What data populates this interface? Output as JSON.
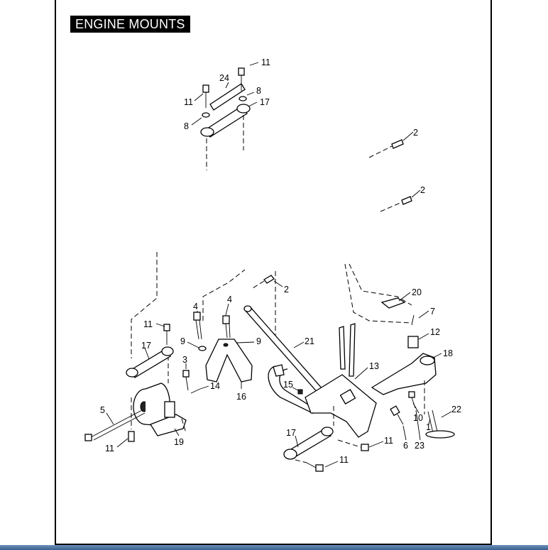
{
  "title": "ENGINE MOUNTS",
  "callouts": {
    "c11a": "11",
    "c24": "24",
    "c11b": "11",
    "c8a": "8",
    "c17a": "17",
    "c8b": "8",
    "c2a": "2",
    "c2b": "2",
    "c2c": "2",
    "c20": "20",
    "c7": "7",
    "c12": "12",
    "c18": "18",
    "c4a": "4",
    "c4b": "4",
    "c11c": "11",
    "c9a": "9",
    "c9b": "9",
    "c17b": "17",
    "c21": "21",
    "c3": "3",
    "c14": "14",
    "c16": "16",
    "c13": "13",
    "c15": "15",
    "c5": "5",
    "c11d": "11",
    "c19": "19",
    "c10": "10",
    "c22": "22",
    "c6": "6",
    "c23": "23",
    "c1": "1",
    "c17c": "17",
    "c11e": "11",
    "c11f": "11"
  },
  "colors": {
    "frame": "#000000",
    "title_bg": "#000000",
    "title_text": "#ffffff",
    "bottom_bar": "#4a6f9c"
  }
}
